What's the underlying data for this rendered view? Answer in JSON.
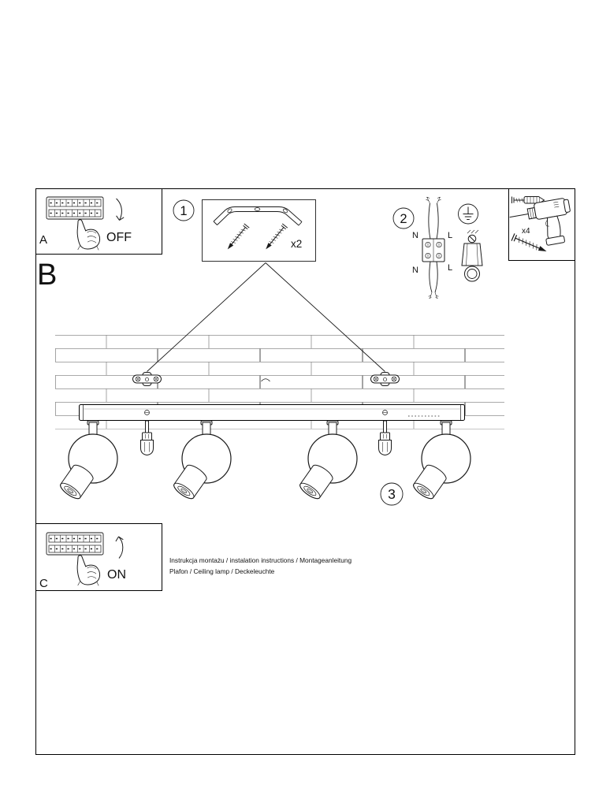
{
  "document": {
    "footer_line1": "Instrukcja montażu / instalation instructions / Montageanleitung",
    "footer_line2": "Plafon / Ceiling lamp / Deckeleuchte"
  },
  "switch_panels": {
    "a_label": "A",
    "a_state": "OFF",
    "c_label": "C",
    "c_state": "ON"
  },
  "section_label_b": "B",
  "steps": {
    "one": "1",
    "two": "2",
    "three": "3"
  },
  "quantities": {
    "mounting_screws": "x2",
    "wall_screws": "x4"
  },
  "wiring": {
    "neutral_top": "N",
    "live_top": "L",
    "neutral_bottom": "N",
    "live_bottom": "L"
  },
  "colors": {
    "ink": "#1a1a1a",
    "paper": "#ffffff",
    "brick_line": "#8d8d8d"
  }
}
